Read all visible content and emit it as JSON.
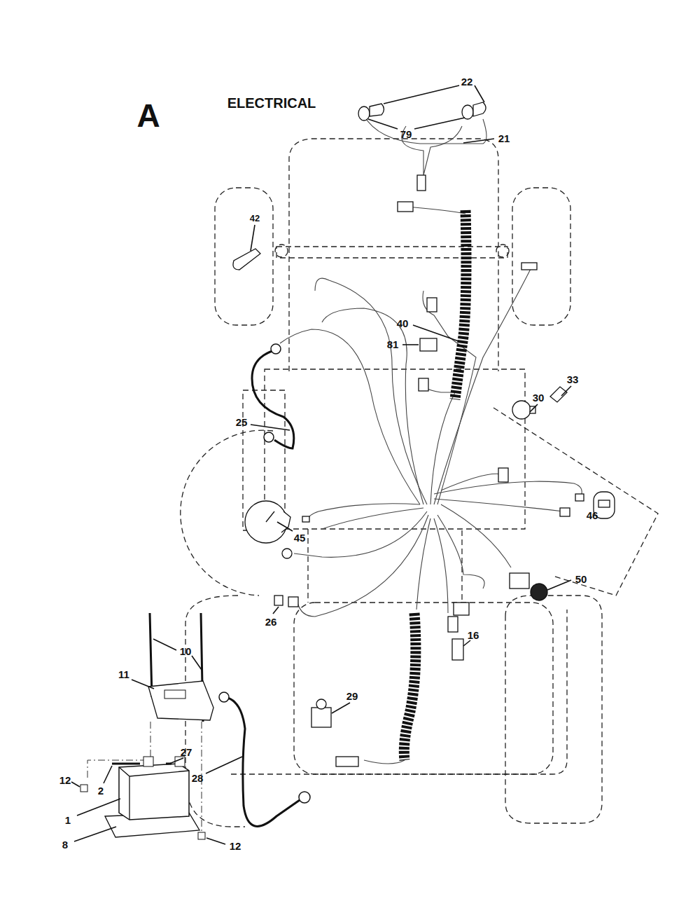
{
  "diagram": {
    "title": "ELECTRICAL",
    "labels": [
      "A",
      "22",
      "79",
      "21",
      "42",
      "40",
      "81",
      "33",
      "30",
      "25",
      "45",
      "46",
      "50",
      "26",
      "16",
      "10",
      "11",
      "29",
      "27",
      "12",
      "2",
      "28",
      "1",
      "8",
      "12"
    ]
  }
}
